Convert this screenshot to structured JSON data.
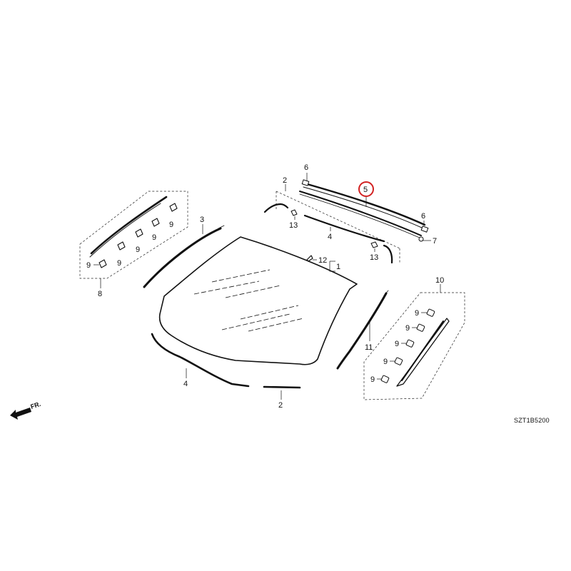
{
  "diagram": {
    "diagram_code": "SZT1B5200",
    "direction_label": "FR.",
    "callouts": {
      "windshield_glass": "1",
      "molding_top_left": "2",
      "molding_bottom": "2",
      "dam_rubber_left": "3",
      "side_molding_left": "4",
      "side_molding_top": "4",
      "top_molding_highlighted": "5",
      "clip_6_left": "6",
      "clip_6_right": "6",
      "fastener_7": "7",
      "garnish_set_left": "8",
      "clip_9_l1": "9",
      "clip_9_l2": "9",
      "clip_9_l3": "9",
      "clip_9_l4": "9",
      "clip_9_l5": "9",
      "clip_9_r1": "9",
      "clip_9_r2": "9",
      "clip_9_r3": "9",
      "clip_9_r4": "9",
      "clip_9_r5": "9",
      "garnish_set_right": "10",
      "dam_rubber_right": "11",
      "clip_12": "12",
      "fastener_13_left": "13",
      "fastener_13_right": "13"
    },
    "highlighted_part": "5",
    "highlight_color": "#d22222"
  }
}
